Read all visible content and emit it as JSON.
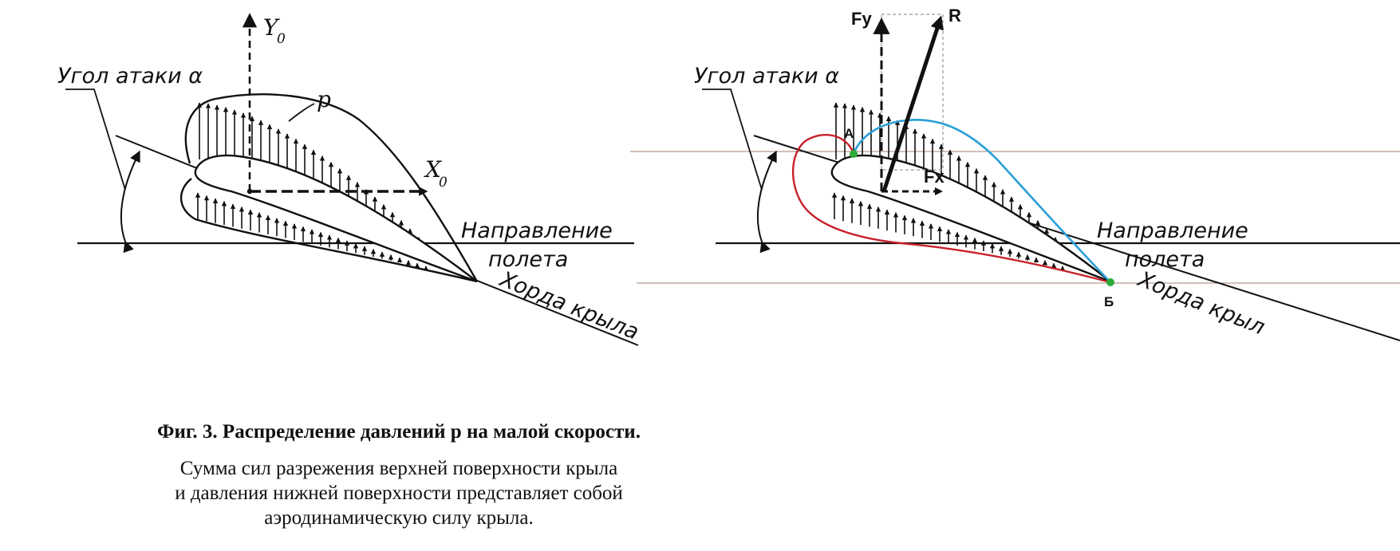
{
  "left_figure": {
    "y_axis_label": "Y",
    "y_axis_sub": "0",
    "x_axis_label": "X",
    "x_axis_sub": "0",
    "angle_label": "Угол атаки α",
    "pressure_label": "p",
    "flight_direction_line1": "Направление",
    "flight_direction_line2": "полета",
    "chord_label": "Хорда крыла"
  },
  "caption": {
    "title": "Фиг. 3. Распределение давлений p на малой скорости.",
    "line1": "Сумма сил разрежения верхней поверхности крыла",
    "line2": "и давления нижней поверхности представляет собой",
    "line3": "аэродинамическую силу крыла."
  },
  "right_figure": {
    "lift_label": "Fy",
    "resultant_label": "R",
    "drag_label": "Fx",
    "point_a_label": "А",
    "point_b_label": "Б",
    "angle_label": "Угол атаки α",
    "flight_direction_line1": "Направление",
    "flight_direction_line2": "полета",
    "chord_label": "Хорда крыл",
    "colors": {
      "upper_envelope": "#2a9fd8",
      "lower_envelope": "#c8202a",
      "points": "#2eaa3a",
      "guide_lines": "#a08070"
    }
  }
}
